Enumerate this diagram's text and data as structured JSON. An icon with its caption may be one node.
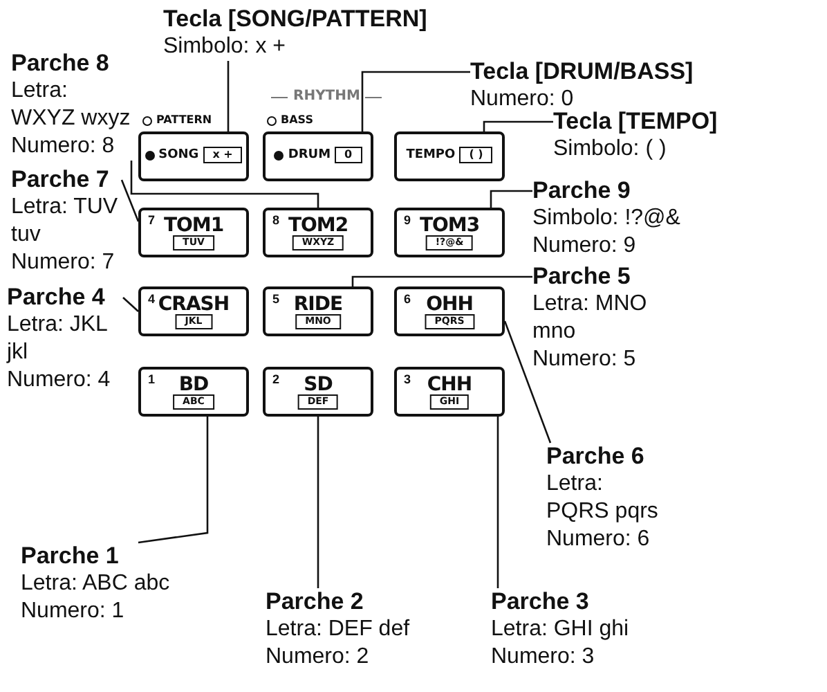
{
  "diagram": {
    "nodes": [
      {
        "text": [
          "Tecla [SONG/PATTERN]",
          "Simbolo: x +"
        ]
      },
      {
        "text": [
          "Parche 8",
          "Letra: WXYZ wxyz",
          "Numero: 8"
        ]
      },
      {
        "text": [
          "Tecla [DRUM/BASS]",
          "Numero: 0"
        ]
      },
      {
        "text": [
          "Tecla [TEMPO]",
          "Simbolo: ( )"
        ]
      },
      {
        "text": [
          "SONG",
          "x +"
        ],
        "beside": [
          "PATTERN"
        ]
      },
      {
        "text": [
          "DRUM",
          "0"
        ],
        "beside": [
          "BASS"
        ]
      },
      {
        "text": [
          "TEMPO",
          "( )"
        ]
      },
      {
        "text": [
          "Parche 7",
          "Letra: TUV tuv",
          "Numero: 7"
        ]
      },
      {
        "text": [
          "7",
          "TOM1",
          "TUV"
        ]
      },
      {
        "text": [
          "8",
          "TOM2",
          "WXYZ"
        ]
      },
      {
        "text": [
          "9",
          "TOM3",
          "!?@&"
        ]
      },
      {
        "text": [
          "Parche 9",
          "Simbolo: !?@&",
          "Numero: 9"
        ]
      },
      {
        "text": [
          "Parche 5",
          "Letra: MNO mno",
          "Numero: 5"
        ]
      },
      {
        "text": [
          "Parche 4",
          "Letra: JKL jkl",
          "Numero: 4"
        ]
      },
      {
        "text": [
          "4",
          "CRASH",
          "JKL"
        ]
      },
      {
        "text": [
          "5",
          "RIDE",
          "MNO"
        ]
      },
      {
        "text": [
          "6",
          "OHH",
          "PQRS"
        ]
      },
      {
        "text": [
          "1",
          "BD",
          "ABC"
        ]
      },
      {
        "text": [
          "2",
          "SD",
          "DEF"
        ]
      },
      {
        "text": [
          "3",
          "CHH",
          "GHI"
        ]
      },
      {
        "text": [
          "Parche 6",
          "Letra: PQRS pqrs",
          "Numero: 6"
        ]
      },
      {
        "text": [
          "Parche 1",
          "Letra: ABC abc",
          "Numero: 1"
        ]
      },
      {
        "text": [
          "Parche 2",
          "Letra: DEF def",
          "Numero: 2"
        ]
      },
      {
        "text": [
          "Parche 3",
          "Letra: GHI ghi",
          "Numero: 3"
        ]
      }
    ],
    "edges": [
      {
        "from": 0,
        "to": 4,
        "arrow": "none"
      },
      {
        "from": 1,
        "to": 9,
        "arrow": "none"
      },
      {
        "from": 2,
        "to": 5,
        "arrow": "none"
      },
      {
        "from": 3,
        "to": 6,
        "arrow": "none"
      },
      {
        "from": 7,
        "to": 8,
        "arrow": "none"
      },
      {
        "from": 11,
        "to": 10,
        "arrow": "none"
      },
      {
        "from": 12,
        "to": 15,
        "arrow": "none"
      },
      {
        "from": 13,
        "to": 14,
        "arrow": "none"
      },
      {
        "from": 20,
        "to": 16,
        "arrow": "none"
      },
      {
        "from": 21,
        "to": 17,
        "arrow": "none"
      },
      {
        "from": 22,
        "to": 18,
        "arrow": "none"
      },
      {
        "from": 23,
        "to": 19,
        "arrow": "none"
      }
    ],
    "labels": [
      "RHYTHM"
    ]
  }
}
